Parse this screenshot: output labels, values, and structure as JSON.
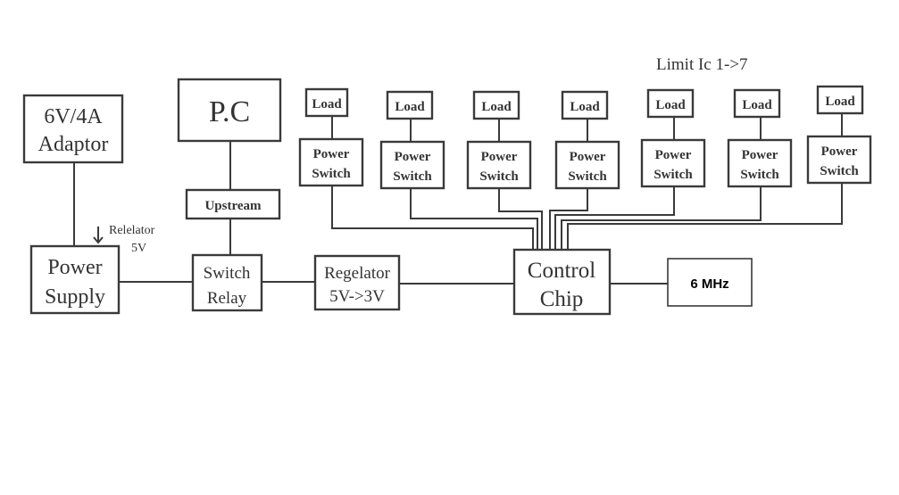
{
  "diagram": {
    "note_label": "Limit Ic 1->7",
    "blocks": {
      "adaptor": {
        "line1": "6V/4A",
        "line2": "Adaptor"
      },
      "pc": {
        "label": "P.C"
      },
      "upstream": {
        "label": "Upstream"
      },
      "power_supply": {
        "line1": "Power",
        "line2": "Supply"
      },
      "switch_relay": {
        "line1": "Switch",
        "line2": "Relay"
      },
      "regulator": {
        "line1": "Regelator",
        "line2": "5V->3V"
      },
      "control_chip": {
        "line1": "Control",
        "line2": "Chip"
      },
      "oscillator": {
        "label": "6 MHz"
      }
    },
    "annotation": {
      "line1": "Relelator",
      "line2": "5V"
    },
    "channels": [
      {
        "load": "Load",
        "switch_line1": "Power",
        "switch_line2": "Switch"
      },
      {
        "load": "Load",
        "switch_line1": "Power",
        "switch_line2": "Switch"
      },
      {
        "load": "Load",
        "switch_line1": "Power",
        "switch_line2": "Switch"
      },
      {
        "load": "Load",
        "switch_line1": "Power",
        "switch_line2": "Switch"
      },
      {
        "load": "Load",
        "switch_line1": "Power",
        "switch_line2": "Switch"
      },
      {
        "load": "Load",
        "switch_line1": "Power",
        "switch_line2": "Switch"
      },
      {
        "load": "Load",
        "switch_line1": "Power",
        "switch_line2": "Switch"
      }
    ]
  }
}
